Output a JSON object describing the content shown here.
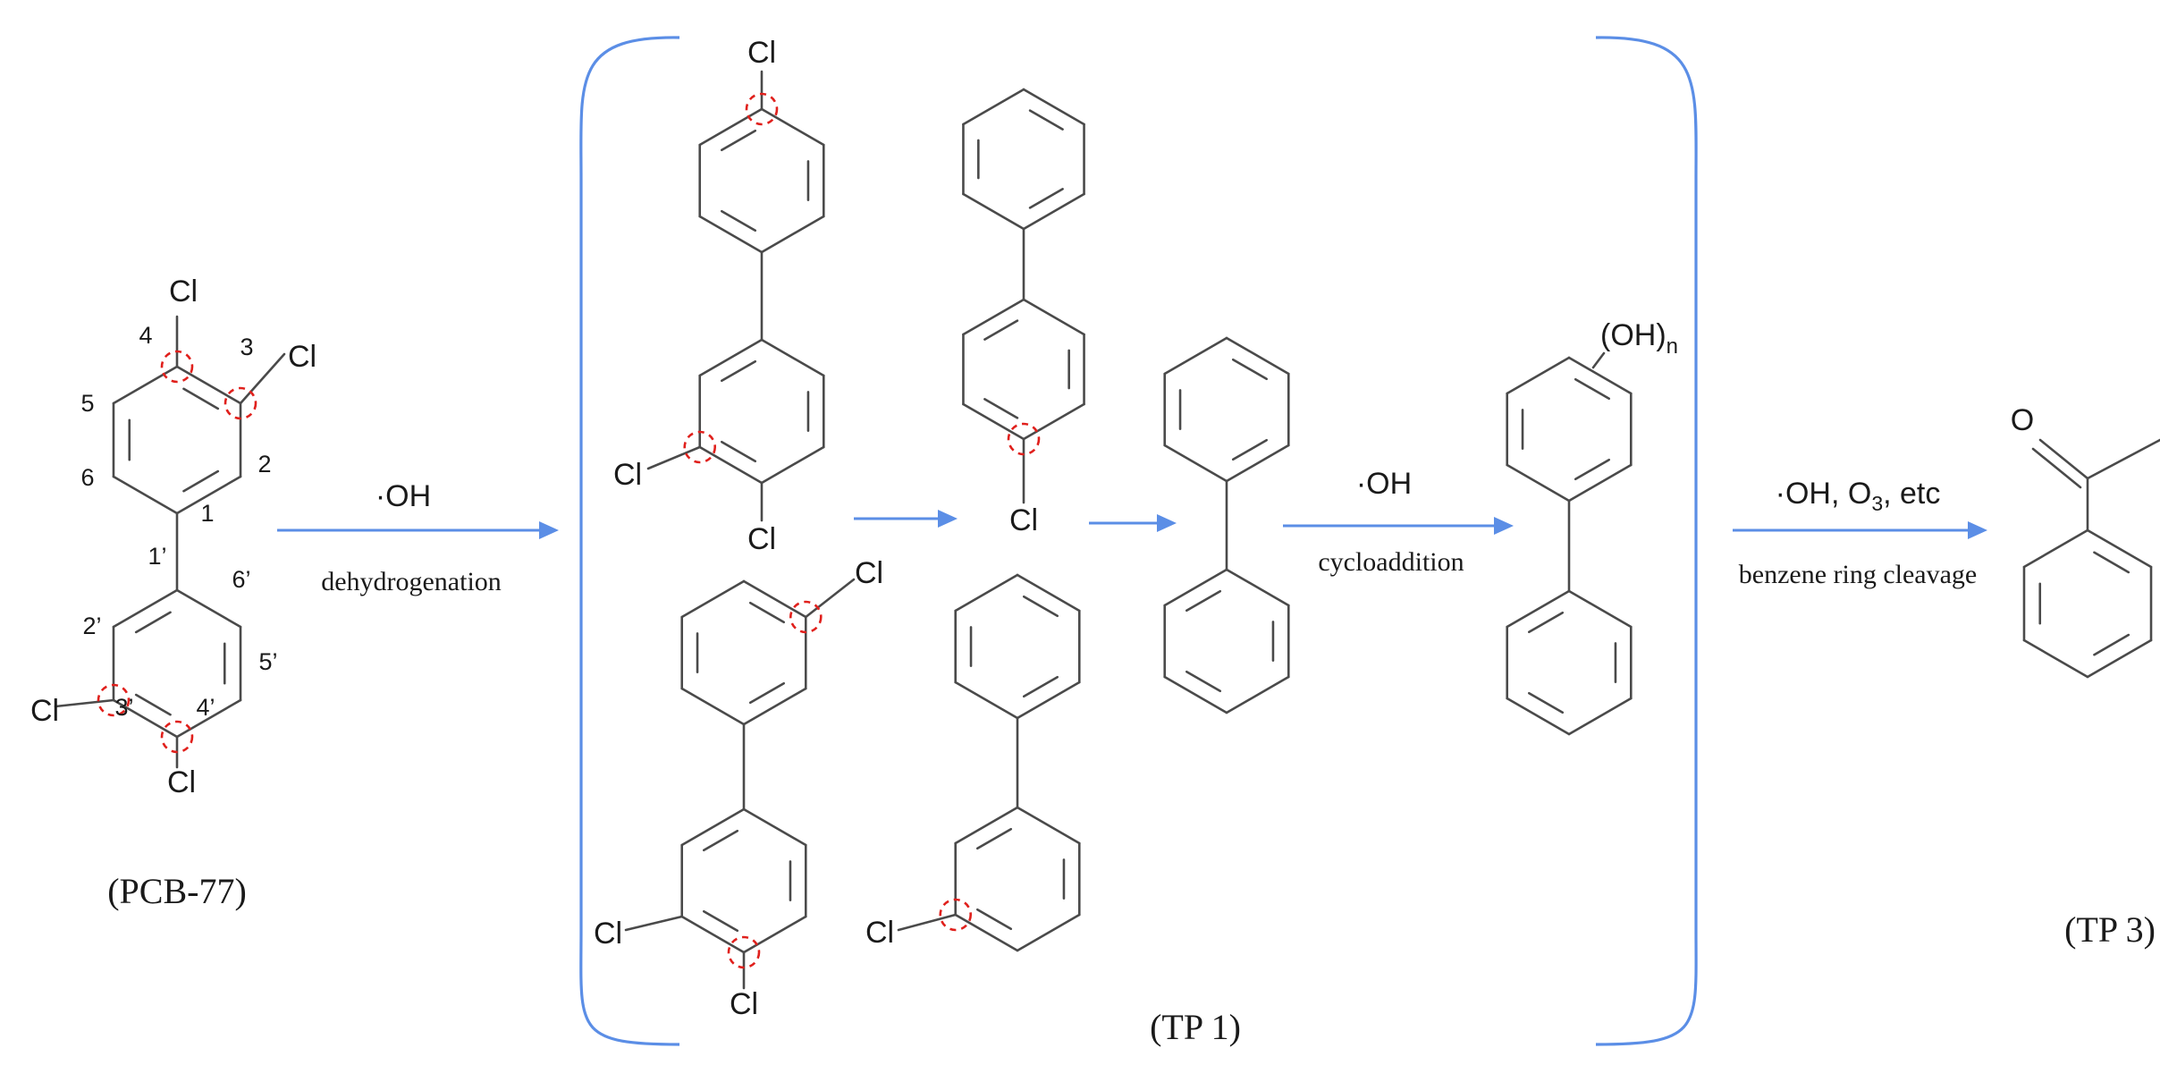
{
  "atoms": {
    "cl": "Cl",
    "o": "O",
    "oh_n": "(OH)",
    "n_sub": "n"
  },
  "pcb77": {
    "label": "(PCB-77)",
    "positions": [
      "1",
      "2",
      "3",
      "4",
      "5",
      "6",
      "1’",
      "2’",
      "3’",
      "4’",
      "5’",
      "6’"
    ]
  },
  "steps": {
    "step1": {
      "reagent": "·OH",
      "process": "dehydrogenation"
    },
    "step2": {
      "reagent": "·OH",
      "process": "cycloaddition"
    },
    "step3": {
      "reagent_prefix": "·OH, O",
      "reagent_sub": "3",
      "reagent_suffix": ", etc",
      "process": "benzene ring cleavage"
    }
  },
  "tp1": {
    "label": "(TP 1)"
  },
  "tp3": {
    "label": "(TP 3)"
  },
  "colors": {
    "arrow": "#5b8ee6",
    "bracket": "#5b8ee6",
    "cleavage_mark": "#e0201c",
    "bond": "#4a4a4a"
  }
}
